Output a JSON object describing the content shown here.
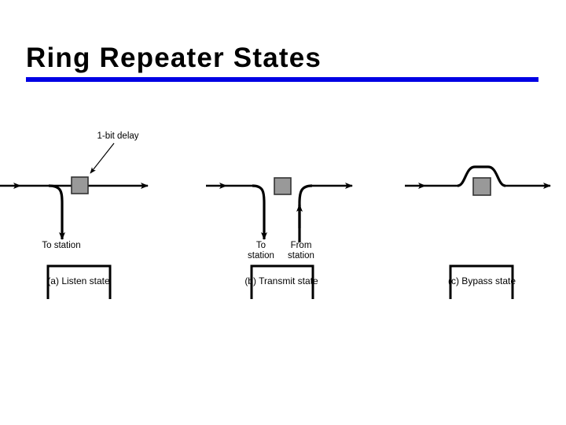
{
  "slide": {
    "title": "Ring Repeater States",
    "rule_color": "#0000e4",
    "background": "#ffffff"
  },
  "figure": {
    "line_color": "#000000",
    "box_fill": "#ffffff",
    "delay_unit_fill": "#999999",
    "delay_unit_stroke": "#333333",
    "diagrams": [
      {
        "id": "listen",
        "caption": "(a) Listen state",
        "labels": {
          "delay": "1-bit delay",
          "to_station": "To station"
        }
      },
      {
        "id": "transmit",
        "caption": "(b) Transmit state",
        "labels": {
          "to_station_line1": "To",
          "to_station_line2": "station",
          "from_station_line1": "From",
          "from_station_line2": "station"
        }
      },
      {
        "id": "bypass",
        "caption": "(c) Bypass state",
        "labels": {}
      }
    ]
  }
}
